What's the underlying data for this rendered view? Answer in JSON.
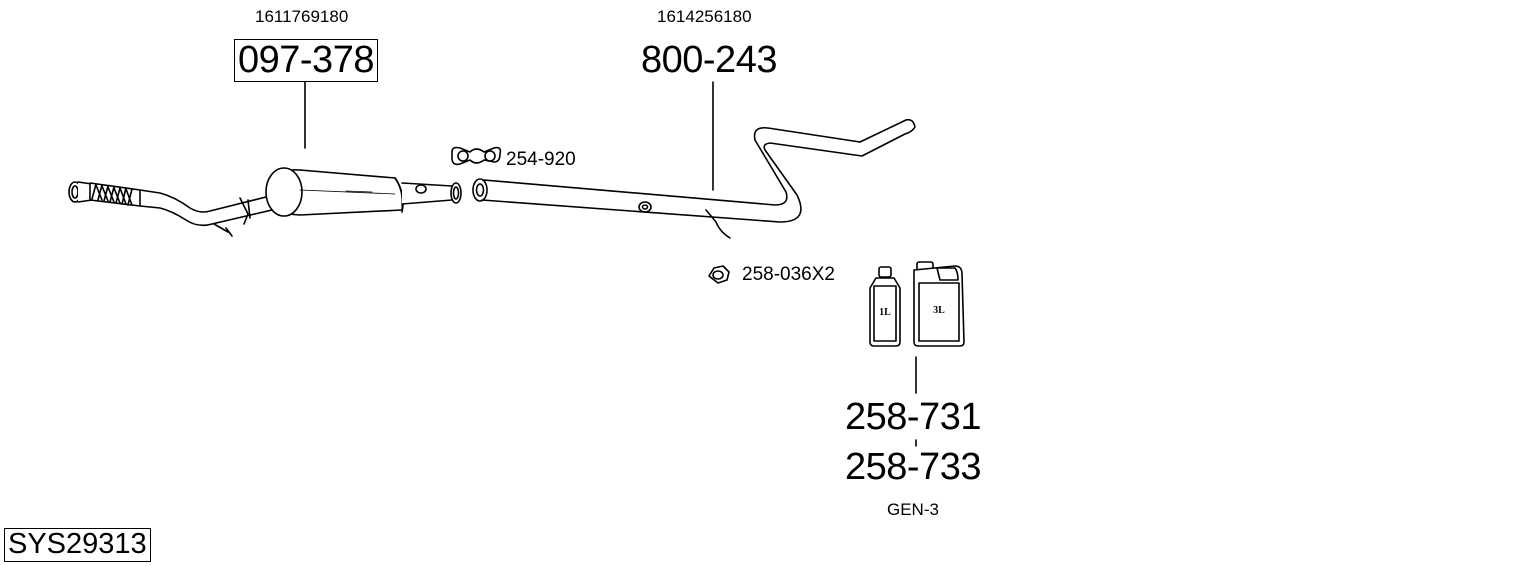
{
  "diagram": {
    "system_id": "SYS29313",
    "parts": [
      {
        "oem": "1611769180",
        "part_no": "097-378"
      },
      {
        "oem": "1614256180",
        "part_no": "800-243"
      }
    ],
    "clamp": {
      "part_no": "254-920"
    },
    "rubber_mount": {
      "part_no": "258-036X2"
    },
    "additive": {
      "part_no_1": "258-731",
      "part_no_2": "258-733",
      "note": "GEN-3",
      "bottle_small_label": "1L",
      "bottle_large_label": "3L"
    }
  }
}
